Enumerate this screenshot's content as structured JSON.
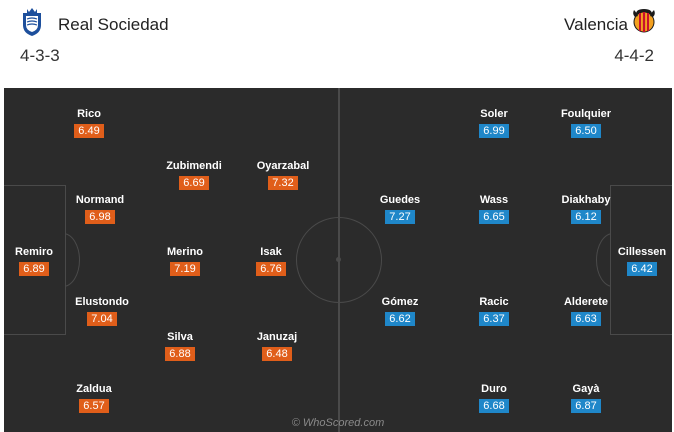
{
  "home": {
    "name": "Real Sociedad",
    "formation": "4-3-3",
    "crest_icon": "real-sociedad-crest-icon",
    "rating_color": "#e05e1a",
    "players": [
      {
        "name": "Rico",
        "rating": "6.49"
      },
      {
        "name": "Zubimendi",
        "rating": "6.69"
      },
      {
        "name": "Oyarzabal",
        "rating": "7.32"
      },
      {
        "name": "Normand",
        "rating": "6.98"
      },
      {
        "name": "Remiro",
        "rating": "6.89"
      },
      {
        "name": "Merino",
        "rating": "7.19"
      },
      {
        "name": "Isak",
        "rating": "6.76"
      },
      {
        "name": "Elustondo",
        "rating": "7.04"
      },
      {
        "name": "Silva",
        "rating": "6.88"
      },
      {
        "name": "Januzaj",
        "rating": "6.48"
      },
      {
        "name": "Zaldua",
        "rating": "6.57"
      }
    ]
  },
  "away": {
    "name": "Valencia",
    "formation": "4-4-2",
    "crest_icon": "valencia-crest-icon",
    "rating_color": "#1f87c9",
    "players": [
      {
        "name": "Soler",
        "rating": "6.99"
      },
      {
        "name": "Foulquier",
        "rating": "6.50"
      },
      {
        "name": "Guedes",
        "rating": "7.27"
      },
      {
        "name": "Wass",
        "rating": "6.65"
      },
      {
        "name": "Diakhaby",
        "rating": "6.12"
      },
      {
        "name": "Cillessen",
        "rating": "6.42"
      },
      {
        "name": "Gómez",
        "rating": "6.62"
      },
      {
        "name": "Racic",
        "rating": "6.37"
      },
      {
        "name": "Alderete",
        "rating": "6.63"
      },
      {
        "name": "Duro",
        "rating": "6.68"
      },
      {
        "name": "Gayà",
        "rating": "6.87"
      }
    ]
  },
  "pitch_color": "#2b2b2b",
  "watermark": "© WhoScored.com"
}
